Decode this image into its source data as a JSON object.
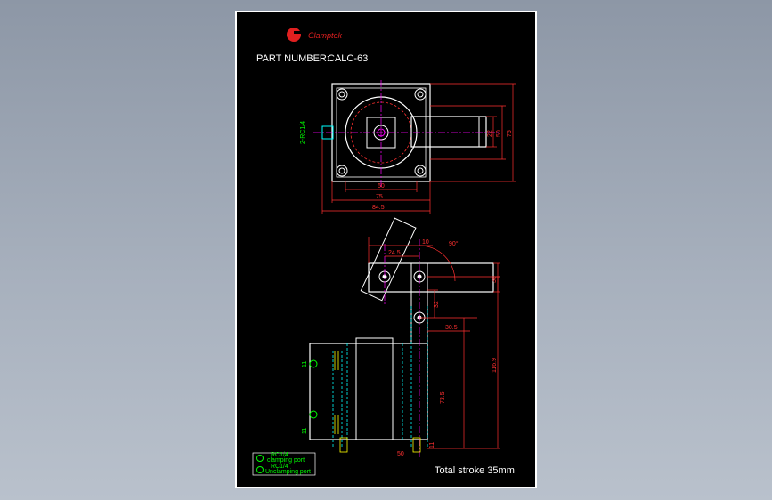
{
  "drawing": {
    "logo_text": "Clamptek",
    "part_number_label": "PART NUMBER:",
    "part_number_value": "CALC-63",
    "total_stroke": "Total stroke 35mm",
    "top_view": {
      "port_label": "2-RC1/4",
      "dims": {
        "d60": "60",
        "d75": "75",
        "d84_5": "84.5",
        "d22": "22",
        "d50": "50",
        "d75v": "75"
      }
    },
    "side_view": {
      "dims": {
        "d24_5": "24.5",
        "d10": "10",
        "angle": "90°",
        "d30": "30",
        "d30_5": "30.5",
        "d32": "32",
        "d116_9": "116.9",
        "d73_5": "73.5",
        "d11a": "11",
        "d11b": "11",
        "d11c": "11",
        "d50": "50"
      }
    },
    "legend": [
      {
        "port": "RC1/4",
        "desc": "clamping port"
      },
      {
        "port": "RC1/4",
        "desc": "Unclamping port"
      }
    ]
  }
}
